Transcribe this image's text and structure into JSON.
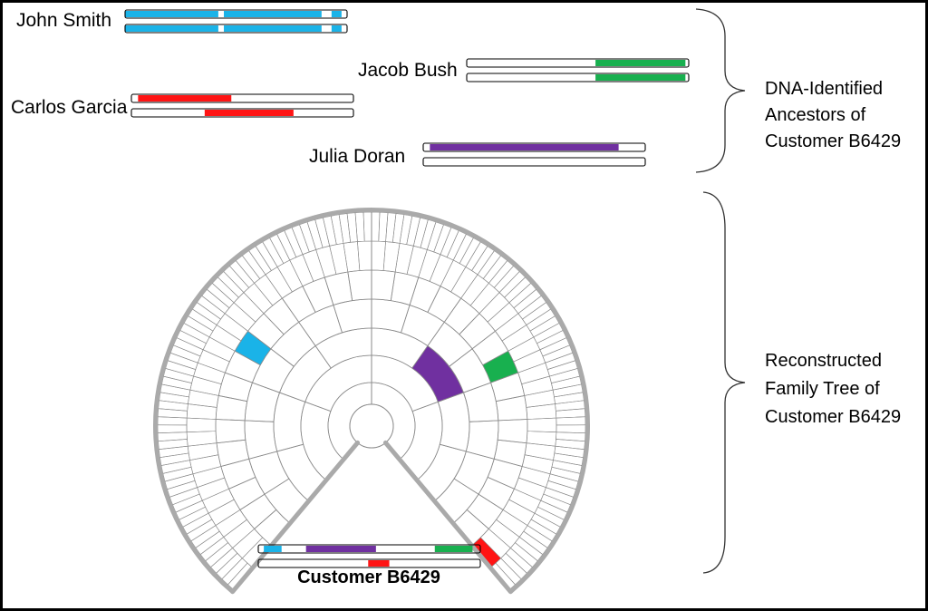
{
  "colors": {
    "border": "#000000",
    "rim": "#aaaaaa",
    "cell_line": "#8a8a8a",
    "blue": "#1ab3e8",
    "green": "#18b04f",
    "red": "#ff1414",
    "purple": "#7030a0"
  },
  "ancestors": [
    {
      "name": "John Smith",
      "color": "#1ab3e8",
      "chromosome_pair": [
        {
          "segments": [
            [
              0.0,
              0.42
            ],
            [
              0.445,
              0.885
            ],
            [
              0.93,
              0.975
            ]
          ]
        },
        {
          "segments": [
            [
              0.0,
              0.42
            ],
            [
              0.445,
              0.885
            ],
            [
              0.93,
              0.975
            ]
          ]
        }
      ]
    },
    {
      "name": "Jacob Bush",
      "color": "#18b04f",
      "chromosome_pair": [
        {
          "segments": [
            [
              0.58,
              0.985
            ]
          ]
        },
        {
          "segments": [
            [
              0.58,
              0.985
            ]
          ]
        }
      ]
    },
    {
      "name": "Carlos Garcia",
      "color": "#ff1414",
      "chromosome_pair": [
        {
          "segments": [
            [
              0.03,
              0.45
            ]
          ]
        },
        {
          "segments": [
            [
              0.33,
              0.73
            ]
          ]
        }
      ]
    },
    {
      "name": "Julia Doran",
      "color": "#7030a0",
      "chromosome_pair": [
        {
          "segments": [
            [
              0.03,
              0.88
            ]
          ]
        },
        {
          "segments": []
        }
      ]
    }
  ],
  "braces": {
    "top_label": [
      "DNA-Identified",
      "Ancestors of",
      "Customer B6429"
    ],
    "bottom_label": [
      "Reconstructed",
      "Family Tree of",
      "Customer B6429"
    ]
  },
  "fan_chart": {
    "generations": 7,
    "span_degrees": 280,
    "highlighted_cells": [
      {
        "generation": 6,
        "index": 63,
        "color": "#ff1414",
        "ancestor": "Carlos Garcia"
      },
      {
        "generation": 5,
        "index": 9,
        "color": "#1ab3e8",
        "ancestor": "John Smith"
      },
      {
        "generation": 5,
        "index": 23,
        "color": "#18b04f",
        "ancestor": "Jacob Bush"
      },
      {
        "generation": 3,
        "index": 5,
        "color": "#7030a0",
        "ancestor": "Julia Doran"
      }
    ]
  },
  "customer": {
    "label": "Customer B6429",
    "chromosome_pair": [
      {
        "segments": [
          {
            "range": [
              0.025,
              0.105
            ],
            "color": "#1ab3e8"
          },
          {
            "range": [
              0.215,
              0.53
            ],
            "color": "#7030a0"
          },
          {
            "range": [
              0.795,
              0.965
            ],
            "color": "#18b04f"
          }
        ]
      },
      {
        "segments": [
          {
            "range": [
              0.495,
              0.59
            ],
            "color": "#ff1414"
          }
        ]
      }
    ]
  }
}
